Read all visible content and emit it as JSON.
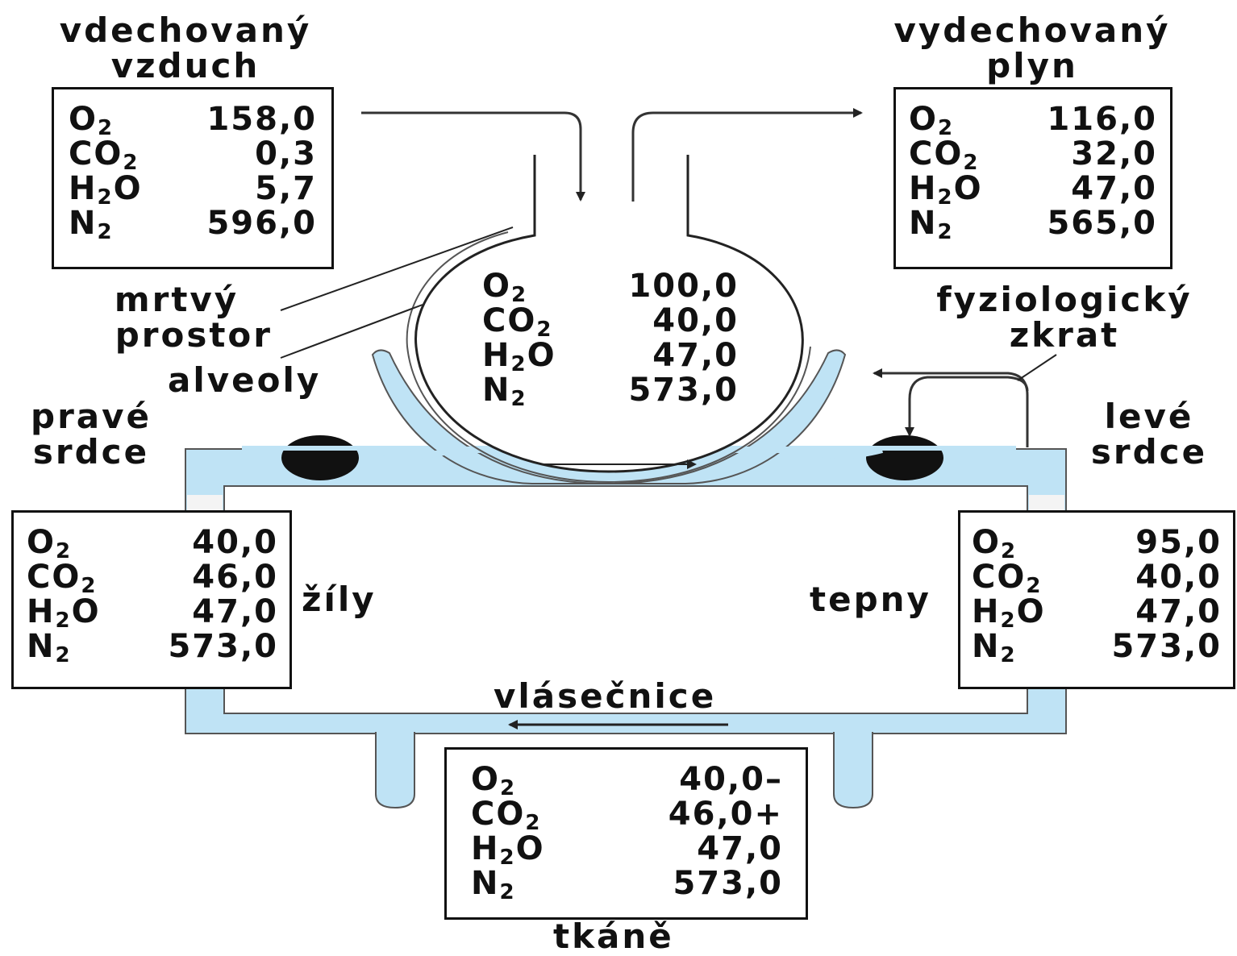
{
  "labels": {
    "inspired": [
      "vdechovaný",
      "vzduch"
    ],
    "expired": [
      "vydechovaný",
      "plyn"
    ],
    "dead_space": [
      "mrtvý",
      "prostor"
    ],
    "alveoli": "alveoly",
    "shunt": [
      "fyziologický",
      "zkrat"
    ],
    "right_heart": [
      "pravé",
      "srdce"
    ],
    "left_heart": [
      "levé",
      "srdce"
    ],
    "veins": "žíly",
    "arteries": "tepny",
    "capillaries": "vlásečnice",
    "tissues": "tkáně"
  },
  "gas_tables": {
    "inspired_air": [
      {
        "base": "O",
        "sub": "2",
        "tail": "",
        "value": "158,0"
      },
      {
        "base": "CO",
        "sub": "2",
        "tail": "",
        "value": "0,3"
      },
      {
        "base": "H",
        "sub": "2",
        "tail": "O",
        "value": "5,7"
      },
      {
        "base": "N",
        "sub": "2",
        "tail": "",
        "value": "596,0"
      }
    ],
    "expired_gas": [
      {
        "base": "O",
        "sub": "2",
        "tail": "",
        "value": "116,0"
      },
      {
        "base": "CO",
        "sub": "2",
        "tail": "",
        "value": "32,0"
      },
      {
        "base": "H",
        "sub": "2",
        "tail": "O",
        "value": "47,0"
      },
      {
        "base": "N",
        "sub": "2",
        "tail": "",
        "value": "565,0"
      }
    ],
    "alveoli": [
      {
        "base": "O",
        "sub": "2",
        "tail": "",
        "value": "100,0"
      },
      {
        "base": "CO",
        "sub": "2",
        "tail": "",
        "value": "40,0"
      },
      {
        "base": "H",
        "sub": "2",
        "tail": "O",
        "value": "47,0"
      },
      {
        "base": "N",
        "sub": "2",
        "tail": "",
        "value": "573,0"
      }
    ],
    "veins": [
      {
        "base": "O",
        "sub": "2",
        "tail": "",
        "value": "40,0"
      },
      {
        "base": "CO",
        "sub": "2",
        "tail": "",
        "value": "46,0"
      },
      {
        "base": "H",
        "sub": "2",
        "tail": "O",
        "value": "47,0"
      },
      {
        "base": "N",
        "sub": "2",
        "tail": "",
        "value": "573,0"
      }
    ],
    "arteries": [
      {
        "base": "O",
        "sub": "2",
        "tail": "",
        "value": "95,0"
      },
      {
        "base": "CO",
        "sub": "2",
        "tail": "",
        "value": "40,0"
      },
      {
        "base": "H",
        "sub": "2",
        "tail": "O",
        "value": "47,0"
      },
      {
        "base": "N",
        "sub": "2",
        "tail": "",
        "value": "573,0"
      }
    ],
    "tissues": [
      {
        "base": "O",
        "sub": "2",
        "tail": "",
        "value": "40,0–"
      },
      {
        "base": "CO",
        "sub": "2",
        "tail": "",
        "value": "46,0+"
      },
      {
        "base": "H",
        "sub": "2",
        "tail": "O",
        "value": "47,0"
      },
      {
        "base": "N",
        "sub": "2",
        "tail": "",
        "value": "573,0"
      }
    ]
  },
  "colors": {
    "vessel_fill": "#bfe3f5",
    "vessel_stroke": "#555555",
    "ink": "#111111",
    "valve": "#111111"
  }
}
